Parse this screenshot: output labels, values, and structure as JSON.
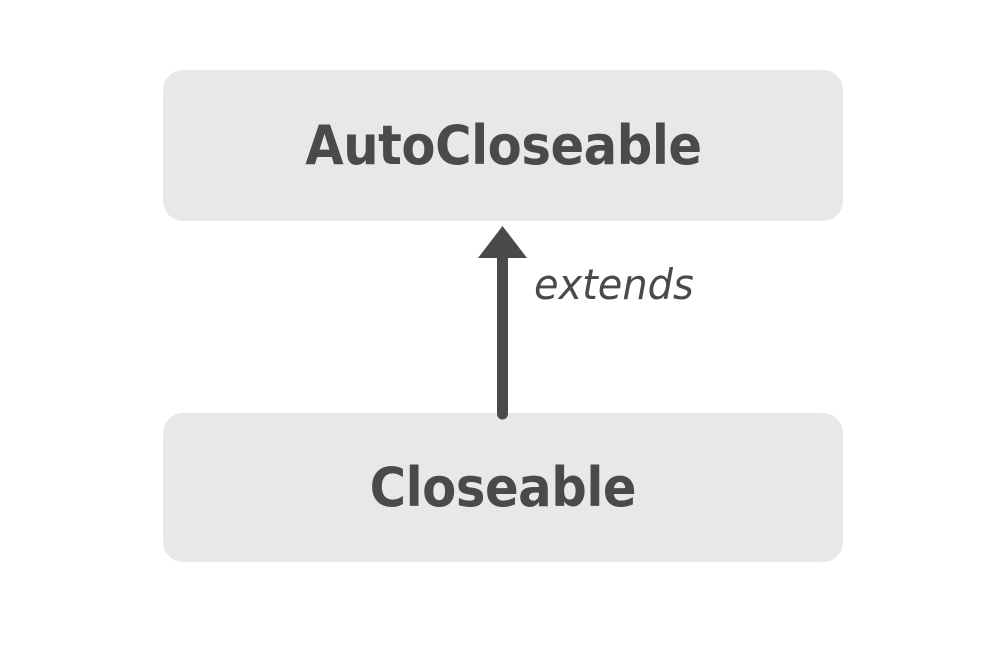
{
  "diagram": {
    "type": "uml-class-hierarchy",
    "background_color": "#ffffff",
    "node_fill_color": "#e8e8e8",
    "text_color": "#4a4a4a",
    "edge_color": "#4a4a4a",
    "nodes": [
      {
        "id": "autocloseable",
        "label": "AutoCloseable",
        "role": "supertype"
      },
      {
        "id": "closeable",
        "label": "Closeable",
        "role": "subtype"
      }
    ],
    "edges": [
      {
        "id": "extends-edge",
        "label": "extends",
        "from": "closeable",
        "to": "autocloseable",
        "arrow": "solid-triangle-up"
      }
    ]
  }
}
